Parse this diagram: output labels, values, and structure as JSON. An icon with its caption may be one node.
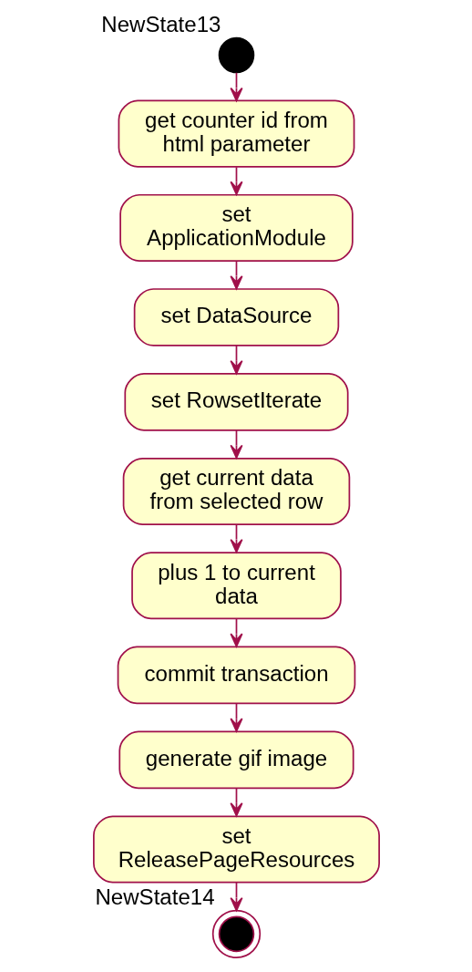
{
  "diagram": {
    "nodes": [
      {
        "text": [],
        "shape": "circle",
        "beside": [
          "NewState13"
        ]
      },
      {
        "text": [
          "get counter id from html parameter"
        ]
      },
      {
        "text": [
          "set ApplicationModule"
        ]
      },
      {
        "text": [
          "set DataSource"
        ]
      },
      {
        "text": [
          "set RowsetIterate"
        ]
      },
      {
        "text": [
          "get current data from selected row"
        ]
      },
      {
        "text": [
          "plus 1 to current data"
        ]
      },
      {
        "text": [
          "commit transaction"
        ]
      },
      {
        "text": [
          "generate gif image"
        ]
      },
      {
        "text": [
          "set ReleasePageResources"
        ]
      },
      {
        "text": [],
        "shape": "bullseye",
        "beside": [
          "NewState14"
        ]
      }
    ],
    "edges": [
      {
        "from": 0,
        "to": 1,
        "arrow": "to"
      },
      {
        "from": 1,
        "to": 2,
        "arrow": "to"
      },
      {
        "from": 2,
        "to": 3,
        "arrow": "to"
      },
      {
        "from": 3,
        "to": 4,
        "arrow": "to"
      },
      {
        "from": 4,
        "to": 5,
        "arrow": "to"
      },
      {
        "from": 5,
        "to": 6,
        "arrow": "to"
      },
      {
        "from": 6,
        "to": 7,
        "arrow": "to"
      },
      {
        "from": 7,
        "to": 8,
        "arrow": "to"
      },
      {
        "from": 8,
        "to": 9,
        "arrow": "to"
      },
      {
        "from": 9,
        "to": 10,
        "arrow": "to"
      }
    ]
  }
}
